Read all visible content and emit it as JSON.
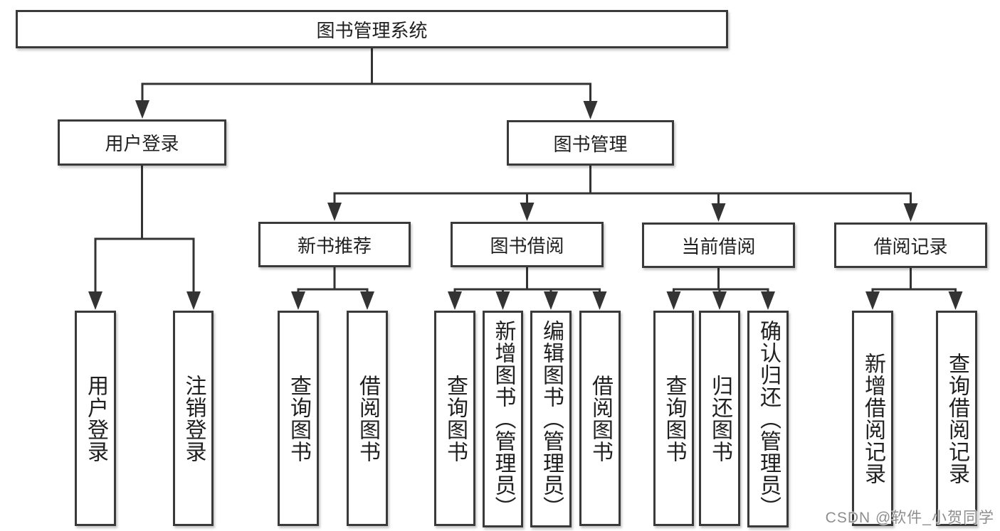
{
  "tree": {
    "root": {
      "label": "图书管理系统",
      "children": [
        {
          "label": "用户登录",
          "children": [
            {
              "label": "用户登录"
            },
            {
              "label": "注销登录"
            }
          ]
        },
        {
          "label": "图书管理",
          "children": [
            {
              "label": "新书推荐",
              "children": [
                {
                  "label": "查询图书"
                },
                {
                  "label": "借阅图书"
                }
              ]
            },
            {
              "label": "图书借阅",
              "children": [
                {
                  "label": "查询图书"
                },
                {
                  "label": "新增图书（管理员）"
                },
                {
                  "label": "编辑图书（管理员）"
                },
                {
                  "label": "借阅图书"
                }
              ]
            },
            {
              "label": "当前借阅",
              "children": [
                {
                  "label": "查询图书"
                },
                {
                  "label": "归还图书"
                },
                {
                  "label": "确认归还（管理员）"
                }
              ]
            },
            {
              "label": "借阅记录",
              "children": [
                {
                  "label": "新增借阅记录"
                },
                {
                  "label": "查询借阅记录"
                }
              ]
            }
          ]
        }
      ]
    }
  },
  "watermark": "CSDN @软件_小贺同学",
  "colors": {
    "background": "#ffffff",
    "line": "#333333",
    "box_border": "#3a3a3a",
    "text": "#1f1f1f",
    "watermark_text": "#8e8e8e"
  }
}
